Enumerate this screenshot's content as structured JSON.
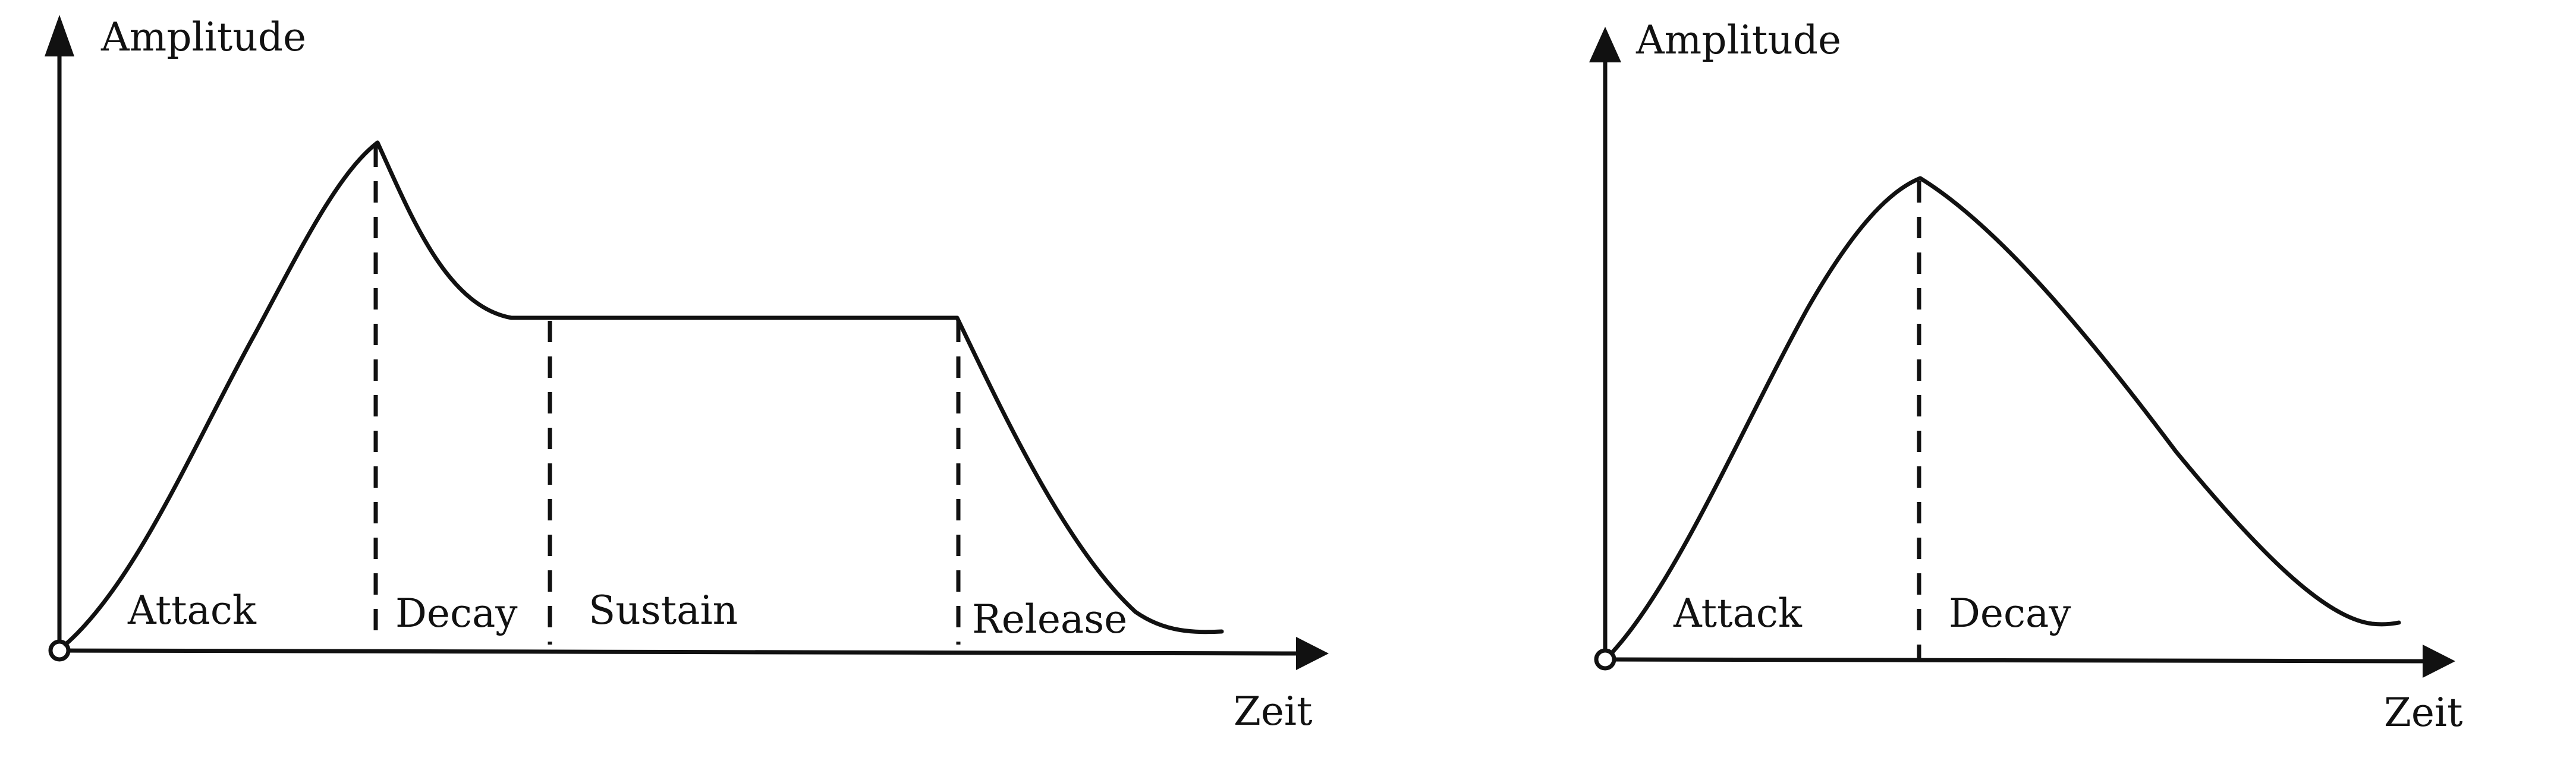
{
  "diagrams": [
    {
      "name": "adsr",
      "y_axis_label": "Amplitude",
      "x_axis_label": "Zeit",
      "phases": [
        "Attack",
        "Decay",
        "Sustain",
        "Release"
      ]
    },
    {
      "name": "ad",
      "y_axis_label": "Amplitude",
      "x_axis_label": "Zeit",
      "phases": [
        "Attack",
        "Decay"
      ]
    }
  ],
  "colors": {
    "ink": "#111111",
    "background": "#ffffff"
  }
}
